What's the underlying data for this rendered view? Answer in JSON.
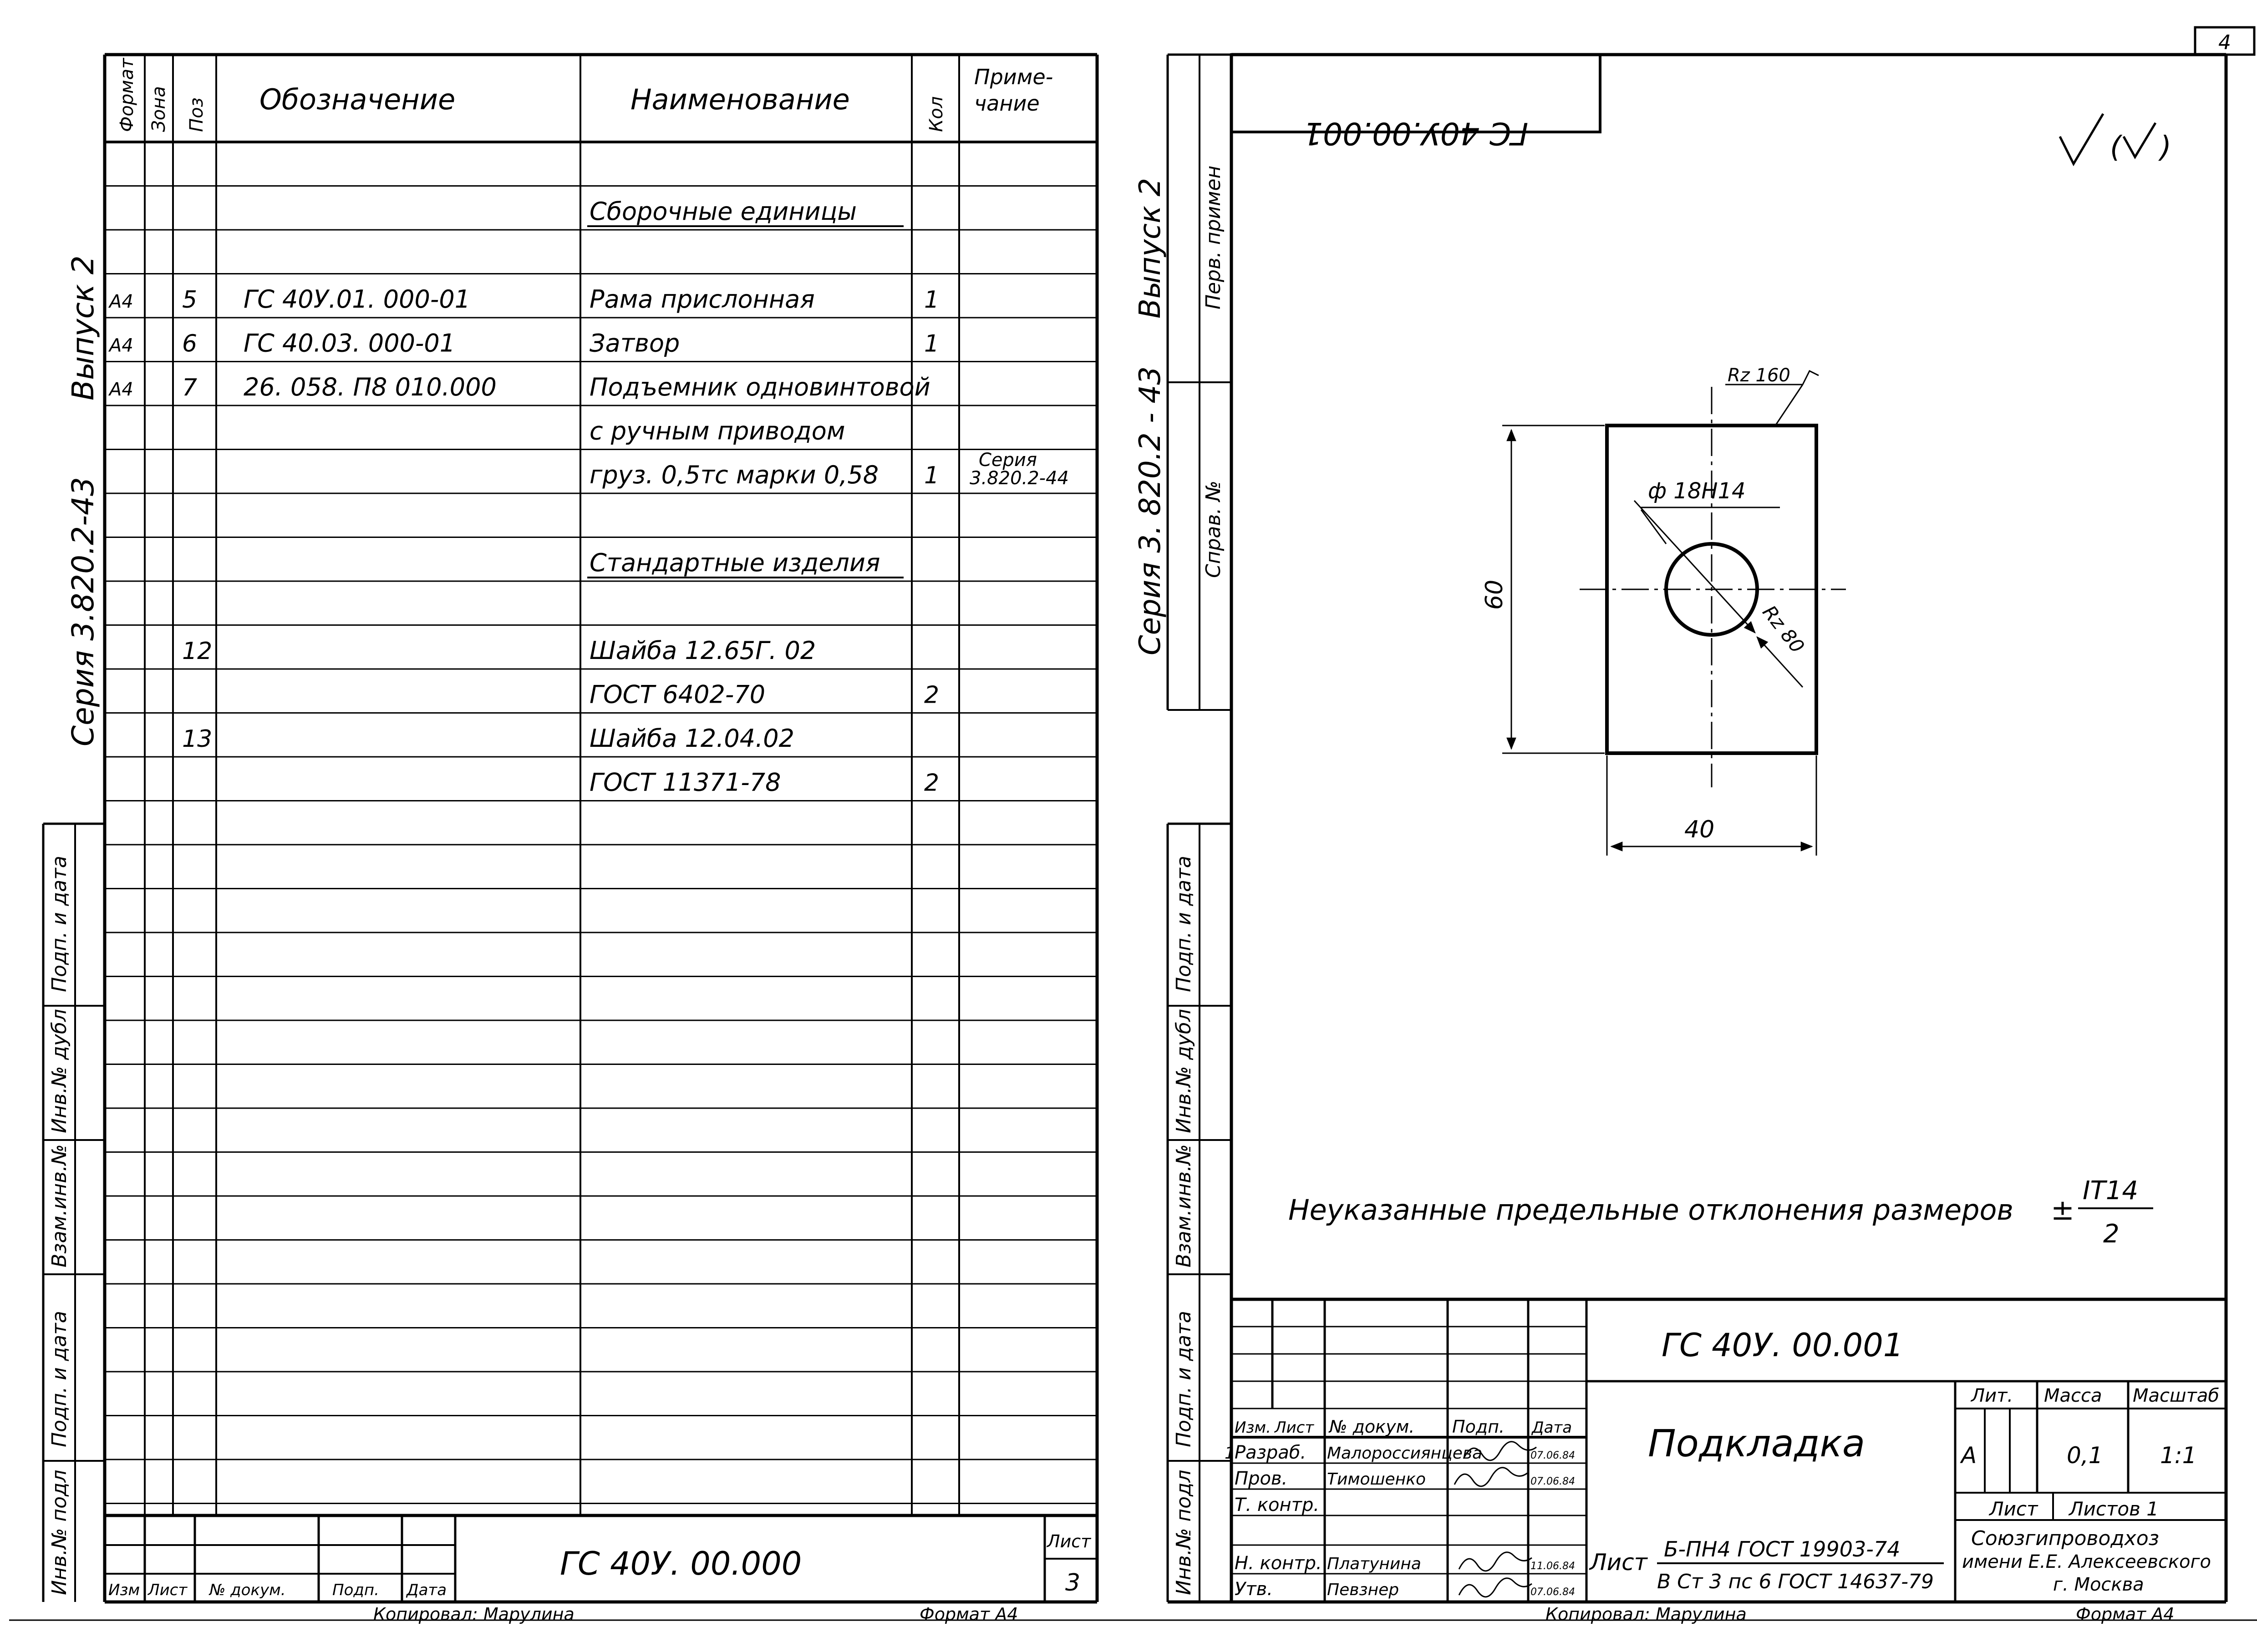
{
  "corner_box": "4",
  "left_sheet": {
    "margin_series": "Серия   3.820.2-43",
    "margin_issue": "Выпуск 2",
    "header": {
      "format": "Формат",
      "zone": "Зона",
      "pos": "Поз",
      "designation": "Обозначение",
      "name": "Наименование",
      "qty": "Кол",
      "note": "Приме-\nчание"
    },
    "rows": [
      {
        "format": "",
        "pos": "",
        "designation": "",
        "name": "",
        "qty": "",
        "note": ""
      },
      {
        "format": "",
        "pos": "",
        "designation": "",
        "name": "Сборочные единицы",
        "qty": "",
        "note": "",
        "section": true
      },
      {
        "format": "",
        "pos": "",
        "designation": "",
        "name": "",
        "qty": "",
        "note": ""
      },
      {
        "format": "А4",
        "pos": "5",
        "designation": "ГС 40У.01. 000-01",
        "name": "Рама прислонная",
        "qty": "1",
        "note": ""
      },
      {
        "format": "А4",
        "pos": "6",
        "designation": "ГС 40.03. 000-01",
        "name": "  Затвор",
        "qty": "1",
        "note": ""
      },
      {
        "format": "А4",
        "pos": "7",
        "designation": "26. 058. П8 010.000",
        "name": "Подъемник одновинтовой",
        "qty": "",
        "note": ""
      },
      {
        "format": "",
        "pos": "",
        "designation": "",
        "name": "с ручным приводом",
        "qty": "",
        "note": ""
      },
      {
        "format": "",
        "pos": "",
        "designation": "",
        "name": "груз. 0,5тс  марки 0,58",
        "qty": "1",
        "note": "Серия\n3.820.2-44"
      },
      {
        "format": "",
        "pos": "",
        "designation": "",
        "name": "",
        "qty": "",
        "note": ""
      },
      {
        "format": "",
        "pos": "",
        "designation": "",
        "name": "Стандартные изделия",
        "qty": "",
        "note": "",
        "section": true
      },
      {
        "format": "",
        "pos": "",
        "designation": "",
        "name": "",
        "qty": "",
        "note": ""
      },
      {
        "format": "",
        "pos": "12",
        "designation": "",
        "name": "Шайба 12.65Г. 02",
        "qty": "",
        "note": ""
      },
      {
        "format": "",
        "pos": "",
        "designation": "",
        "name": "  ГОСТ 6402-70",
        "qty": "2",
        "note": ""
      },
      {
        "format": "",
        "pos": "13",
        "designation": "",
        "name": "Шайба 12.04.02",
        "qty": "",
        "note": ""
      },
      {
        "format": "",
        "pos": "",
        "designation": "",
        "name": "  ГОСТ 11371-78",
        "qty": "2",
        "note": ""
      }
    ],
    "side_labels": [
      "Подп. и дата",
      "Инв.№ дубл",
      "Взам.инв.№",
      "Подп. и дата",
      "Инв.№ подл"
    ],
    "title_block": {
      "izm": "Изм",
      "list": "Лист",
      "doc_no": "№ докум.",
      "sign": "Подп.",
      "date": "Дата",
      "designation": "ГС 40У. 00.000",
      "sheet_label": "Лист",
      "sheet_no": "3"
    },
    "copied": "Копировал: Марулина",
    "format": "Формат А4"
  },
  "right_sheet": {
    "margin_series": "Серия 3. 820.2 - 43",
    "margin_issue": "Выпуск 2",
    "perv_primen": "Перв. примен",
    "sprav_no": "Справ. №",
    "side_labels": [
      "Подп. и дата",
      "Инв.№ дубл",
      "Взам.инв.№",
      "Подп. и дата",
      "Инв.№ подл"
    ],
    "mirrored_code": "ГС 40У.00.001",
    "roughness": "√ (√)",
    "drawing": {
      "rz_top": "Rz 160",
      "hole": "ф 18Н14",
      "rz_hole": "Rz 80",
      "height": "60",
      "width": "40"
    },
    "note": "Неуказанные   предельные   отклонения   размеров",
    "tolerance_sign": "±",
    "tolerance_num": "IT14",
    "tolerance_den": "2",
    "title_block": {
      "designation": "ГС 40У. 00.001",
      "title": "Подкладка",
      "lit": "Лит.",
      "mass": "Масса",
      "scale": "Масштаб",
      "lit_val": "А",
      "mass_val": "0,1",
      "scale_val": "1:1",
      "sheet": "Лист",
      "sheets": "Листов 1",
      "head_izm": "Изм.",
      "head_list": "Лист",
      "head_doc": "№ докум.",
      "head_sign": "Подп.",
      "head_date": "Дата",
      "people": [
        {
          "role": "Разраб.",
          "name": "Малороссиянцева",
          "date": "07.06.84"
        },
        {
          "role": "Пров.",
          "name": "Тимошенко",
          "date": "07.06.84"
        },
        {
          "role": "Т. контр.",
          "name": "",
          "date": ""
        },
        {
          "role": "",
          "name": "",
          "date": ""
        },
        {
          "role": "Н. контр.",
          "name": "Платунина",
          "date": "11.06.84"
        },
        {
          "role": "Утв.",
          "name": "Певзнер",
          "date": "07.06.84"
        }
      ],
      "row_mark": "1",
      "material_label": "Лист",
      "material_1": "Б-ПН4 ГОСТ 19903-74",
      "material_2": "В Ст 3 пс 6 ГОСТ 14637-79",
      "org_1": "Союзгипроводхоз",
      "org_2": "имени Е.Е. Алексеевского",
      "org_3": "г. Москва"
    },
    "copied": "Копировал: Марулина",
    "format": "Формат А4"
  }
}
